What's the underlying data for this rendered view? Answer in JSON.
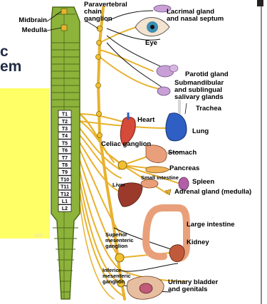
{
  "slide": {
    "title_fragment_1": "c",
    "title_fragment_2": "em",
    "box_text_fragment": "nto"
  },
  "labels": {
    "midbrain": "Midbrain",
    "medulla": "Medulla",
    "paravertebral": "Paravertebral",
    "chain": "chain",
    "ganglion": "ganglion",
    "lacrimal": "Lacrimal gland",
    "nasal": "and nasal septum",
    "eye": "Eye",
    "parotid": "Parotid gland",
    "submandibular": "Submandibular",
    "sublingual": "and sublingual",
    "salivary": "salivary glands",
    "trachea": "Trachea",
    "heart": "Heart",
    "lung": "Lung",
    "celiac": "Celiac ganglion",
    "stomach": "Stomach",
    "pancreas": "Pancreas",
    "small_intestine": "Small intestine",
    "spleen": "Spleen",
    "liver": "Liver",
    "adrenal": "Adrenal gland (medulla)",
    "large_intestine": "Large intestine",
    "superior": "Superior",
    "mesenteric": "mesenteric",
    "sup_ganglion": "ganglion",
    "kidney": "Kidney",
    "inferior": "Inferior",
    "inf_mesenteric": "mesenteric",
    "inf_ganglion": "ganglion",
    "bladder": "Urinary bladder",
    "genitals": "and genitals"
  },
  "segments": [
    "T1",
    "T2",
    "T3",
    "T4",
    "T5",
    "T6",
    "T7",
    "T8",
    "T9",
    "T10",
    "T11",
    "T12",
    "L1",
    "L2"
  ],
  "colors": {
    "cord": "#8db33a",
    "cord_dark": "#4e6b1a",
    "nerve": "#e8b22e",
    "ganglion": "#f0c030",
    "heart": "#d64a3a",
    "lung": "#2f5fc4",
    "organ": "#e9a07a",
    "gland": "#c9a0d6"
  }
}
